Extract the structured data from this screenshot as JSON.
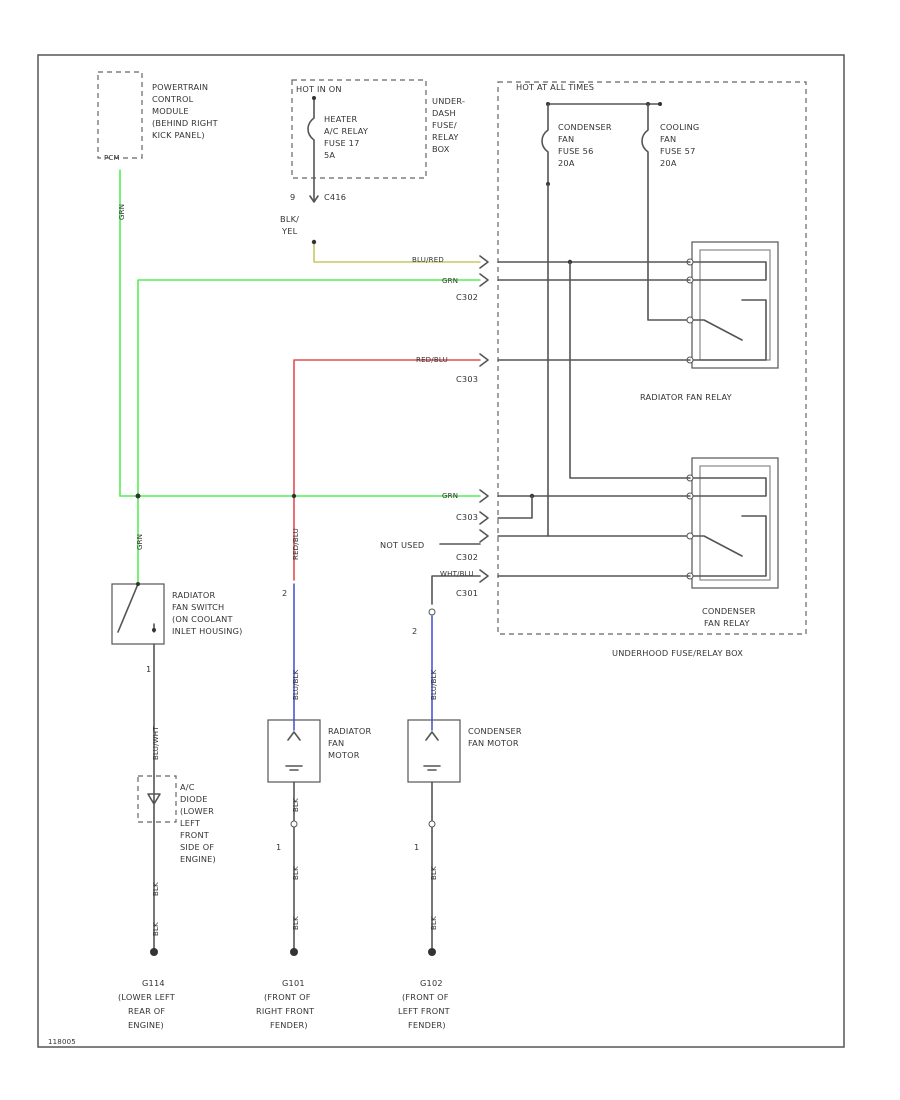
{
  "colors": {
    "grn": "#55ee55",
    "red": "#e05050",
    "blu": "#4b55d8",
    "yel": "#c8c860",
    "blk": "#555555"
  },
  "components": {
    "pcm": {
      "label": "POWERTRAIN CONTROL MODULE (BEHIND RIGHT KICK PANEL)",
      "pin": "PCM"
    },
    "under_dash_box": {
      "label": "UNDER-DASH FUSE/ RELAY BOX",
      "header": "HOT IN ON",
      "fuse": "HEATER A/C RELAY FUSE 17 5A"
    },
    "under_hood_box": {
      "label": "UNDERHOOD FUSE/RELAY BOX",
      "header": "HOT AT ALL TIMES",
      "fuse_a": "CONDENSER FAN FUSE 56 20A",
      "fuse_b": "COOLING FAN FUSE 57 20A"
    },
    "radiator_relay": {
      "label": "RADIATOR FAN RELAY"
    },
    "condenser_relay": {
      "label": "CONDENSER FAN RELAY"
    },
    "fan_switch": {
      "label": "RADIATOR FAN SWITCH (ON COOLANT INLET HOUSING)"
    },
    "radiator_motor": {
      "label": "RADIATOR FAN MOTOR"
    },
    "condenser_motor": {
      "label": "CONDENSER FAN MOTOR"
    },
    "ac_diode": {
      "label": "A/C DIODE (LOWER LEFT FRONT SIDE OF ENGINE)"
    }
  },
  "connectors": {
    "c416": "C416",
    "c302_a": "C302",
    "c303_a": "C303",
    "c303_b": "C303",
    "c302_b": "C302",
    "c301": "C301",
    "not_used": "NOT USED"
  },
  "wires": {
    "blk_yel": "BLK/ YEL",
    "blu_red": "BLU/RED",
    "grn_a": "GRN",
    "grn_b": "GRN",
    "grn_v": "GRN",
    "grn_v2": "GRN",
    "red_blu": "RED/BLU",
    "red_blu_v": "RED/BLU",
    "blu_blk_1": "BLU/BLK",
    "blu_blk_2": "BLU/BLK",
    "blu_wht": "BLU/WHT",
    "blk_1": "BLK",
    "blk_2": "BLK",
    "blk_3": "BLK",
    "blk_4": "BLK",
    "blk_5": "BLK",
    "blk_6": "BLK",
    "blk_7": "BLK",
    "wht_blu": "WHT/BLU"
  },
  "grounds": {
    "g1": {
      "id": "G114",
      "location": "(LOWER LEFT REAR OF ENGINE)"
    },
    "g2": {
      "id": "G101",
      "location": "(FRONT OF RIGHT FRONT FENDER)"
    },
    "g3": {
      "id": "G102",
      "location": "(FRONT OF LEFT FRONT FENDER)"
    }
  },
  "pin_numbers": {
    "p1": "9",
    "p2": "2",
    "p3": "2",
    "p4": "1",
    "p5": "1",
    "p6": "1"
  },
  "footer": "118005"
}
